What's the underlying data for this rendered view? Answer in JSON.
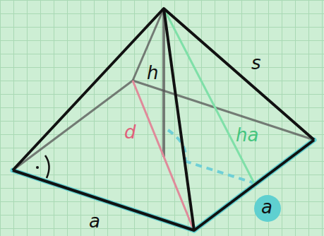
{
  "diagram": {
    "labels": [
      "h",
      "s",
      "d",
      "ha",
      "a",
      "a"
    ]
  }
}
